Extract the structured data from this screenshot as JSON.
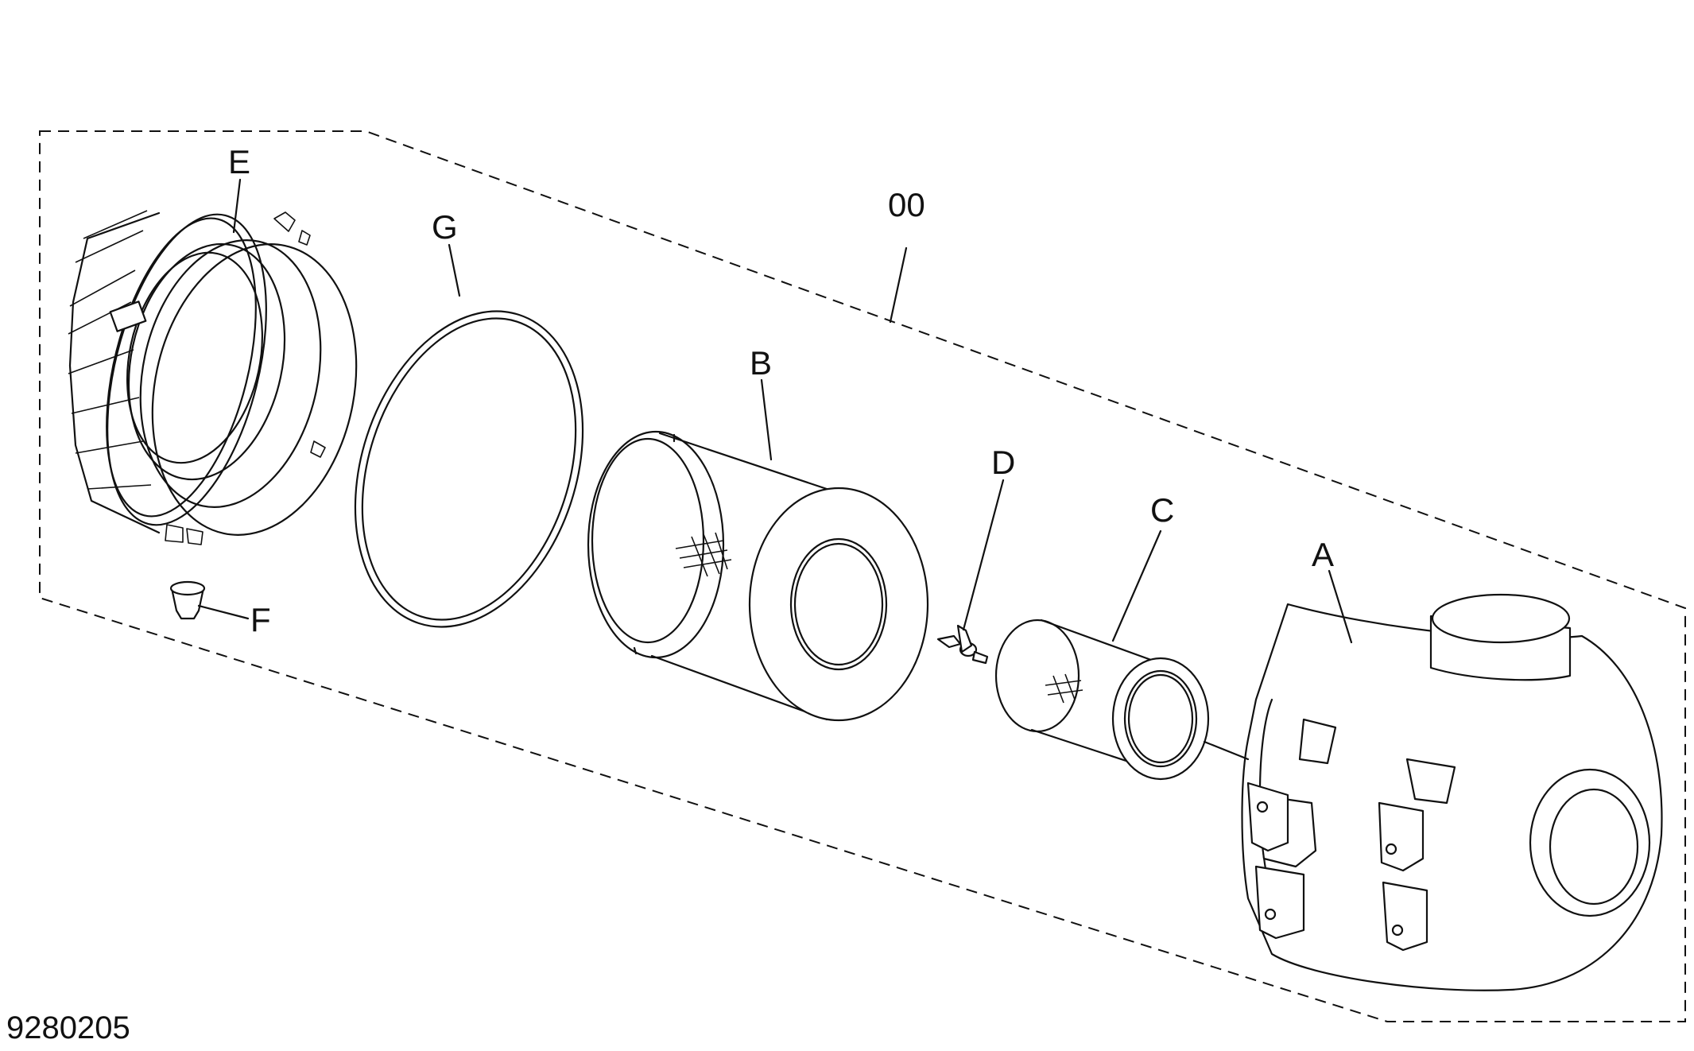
{
  "figure": {
    "id": "9280205",
    "assembly_label": "00"
  },
  "callouts": [
    {
      "key": "E"
    },
    {
      "key": "G"
    },
    {
      "key": "B"
    },
    {
      "key": "D"
    },
    {
      "key": "C"
    },
    {
      "key": "A"
    },
    {
      "key": "F"
    }
  ]
}
